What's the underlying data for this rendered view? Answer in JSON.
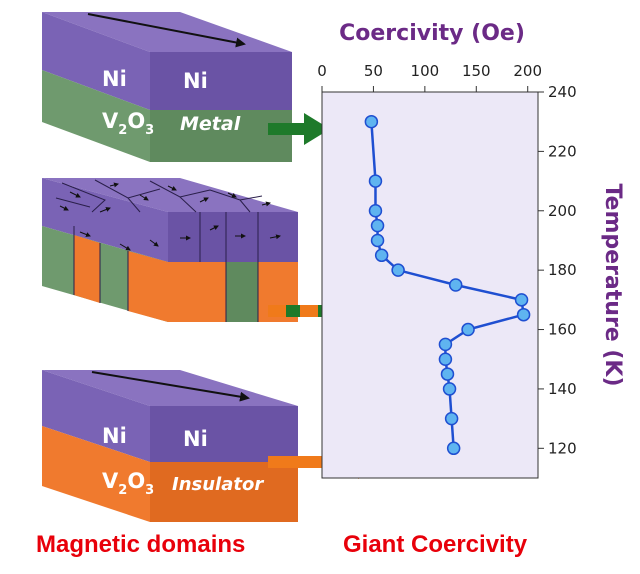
{
  "colors": {
    "purple_top": "#8a73c0",
    "purple_front": "#7a63b5",
    "purple_side": "#6a53a5",
    "green": "#6f9a6e",
    "orange": "#f07a2e",
    "plot_bg": "#ece8f7",
    "series": "#1f4fd1",
    "marker_fill": "#5fb4f0",
    "axis_title": "#6b2a86",
    "caption": "#e8000a",
    "arrow_green": "#1e7a2a",
    "arrow_orange": "#f07a1a"
  },
  "diagram": {
    "block_metal": {
      "ni_left": "Ni",
      "ni_right": "Ni",
      "v2o3": "V",
      "v2o3_sub1": "2",
      "v2o3_mid": "O",
      "v2o3_sub2": "3",
      "phase": "Metal"
    },
    "block_insulator": {
      "ni_left": "Ni",
      "ni_right": "Ni",
      "v2o3": "V",
      "v2o3_sub1": "2",
      "v2o3_mid": "O",
      "v2o3_sub2": "3",
      "phase": "Insulator"
    },
    "caption_left": "Magnetic domains",
    "caption_right": "Giant Coercivity"
  },
  "chart_data": {
    "type": "scatter",
    "title": "Coercivity (Oe)",
    "xlabel": "Coercivity (Oe)",
    "ylabel": "Temperature (K)",
    "xlim": [
      0,
      210
    ],
    "ylim": [
      110,
      240
    ],
    "x_ticks": [
      0,
      50,
      100,
      150,
      200
    ],
    "y_ticks": [
      120,
      140,
      160,
      180,
      200,
      220,
      240
    ],
    "x_axis_position": "top",
    "y_axis_position": "right",
    "grid": false,
    "series": [
      {
        "points": [
          {
            "x": 48,
            "y": 230
          },
          {
            "x": 52,
            "y": 210
          },
          {
            "x": 52,
            "y": 200
          },
          {
            "x": 54,
            "y": 195
          },
          {
            "x": 54,
            "y": 190
          },
          {
            "x": 58,
            "y": 185
          },
          {
            "x": 74,
            "y": 180
          },
          {
            "x": 130,
            "y": 175
          },
          {
            "x": 194,
            "y": 170
          },
          {
            "x": 196,
            "y": 165
          },
          {
            "x": 142,
            "y": 160
          },
          {
            "x": 120,
            "y": 155
          },
          {
            "x": 120,
            "y": 150
          },
          {
            "x": 122,
            "y": 145
          },
          {
            "x": 124,
            "y": 140
          },
          {
            "x": 126,
            "y": 130
          },
          {
            "x": 128,
            "y": 120
          }
        ]
      }
    ]
  }
}
